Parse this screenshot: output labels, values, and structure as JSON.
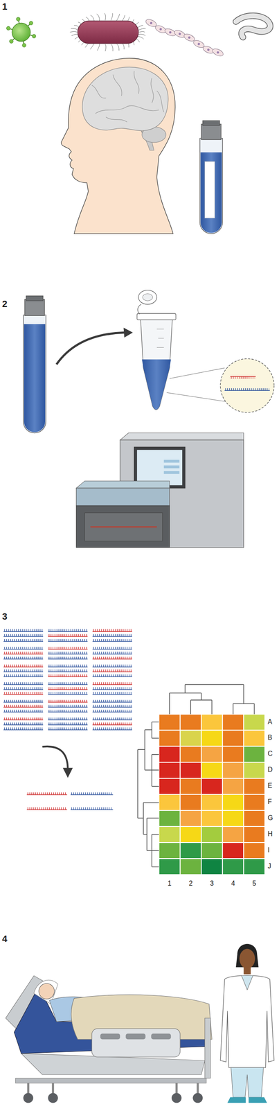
{
  "diagram": {
    "labels": [
      "1",
      "2",
      "3",
      "4",
      "A",
      "B",
      "C",
      "D",
      "E",
      "F",
      "G",
      "H",
      "I",
      "J",
      "1",
      "2",
      "3",
      "4",
      "5"
    ]
  }
}
